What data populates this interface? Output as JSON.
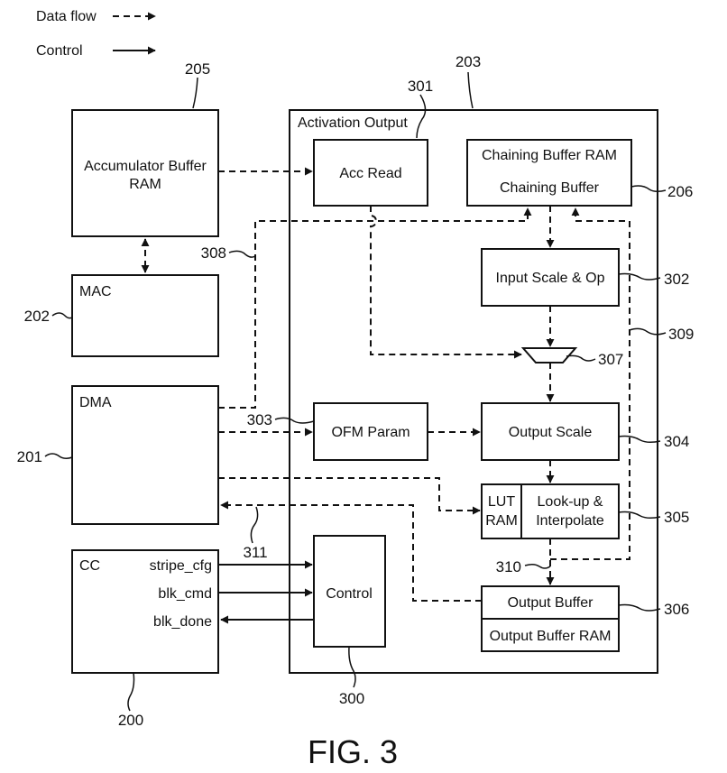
{
  "legend": {
    "data_flow": "Data flow",
    "control": "Control"
  },
  "blocks": {
    "accumulator_buffer_ram": [
      "Accumulator Buffer",
      "RAM"
    ],
    "mac": "MAC",
    "dma": "DMA",
    "cc": "CC",
    "cc_signals": [
      "stripe_cfg",
      "blk_cmd",
      "blk_done"
    ],
    "activation_output": "Activation Output",
    "acc_read": "Acc Read",
    "chaining_buffer_ram": "Chaining Buffer RAM",
    "chaining_buffer": "Chaining Buffer",
    "input_scale_op": "Input Scale & Op",
    "ofm_param": "OFM Param",
    "output_scale": "Output Scale",
    "lut_ram": [
      "LUT",
      "RAM"
    ],
    "lookup_interpolate": [
      "Look-up &",
      "Interpolate"
    ],
    "control": "Control",
    "output_buffer": "Output Buffer",
    "output_buffer_ram": "Output Buffer RAM"
  },
  "refs": {
    "r200": "200",
    "r201": "201",
    "r202": "202",
    "r203": "203",
    "r205": "205",
    "r206": "206",
    "r300": "300",
    "r301": "301",
    "r302": "302",
    "r303": "303",
    "r304": "304",
    "r305": "305",
    "r306": "306",
    "r307": "307",
    "r308": "308",
    "r309": "309",
    "r310": "310",
    "r311": "311"
  },
  "figure_label": "FIG. 3"
}
